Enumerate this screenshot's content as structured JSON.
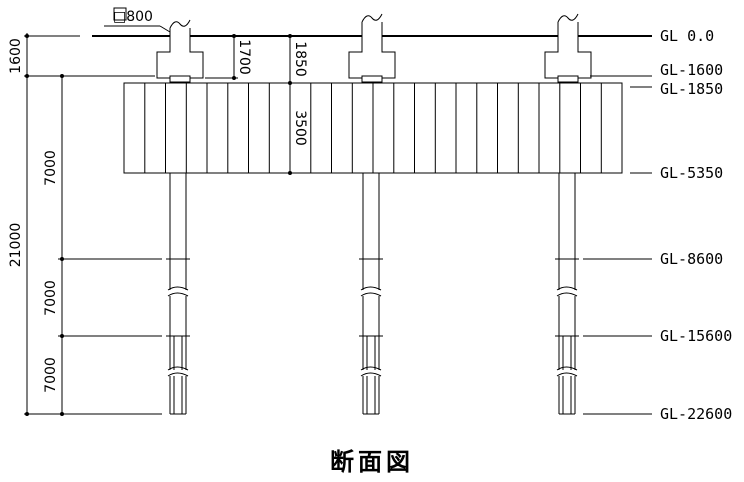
{
  "title": "断面図",
  "column_size_label": "□800",
  "levels": [
    {
      "label": "GL 0.0"
    },
    {
      "label": "GL-1600"
    },
    {
      "label": "GL-1850"
    },
    {
      "label": "GL-5350"
    },
    {
      "label": "GL-8600"
    },
    {
      "label": "GL-15600"
    },
    {
      "label": "GL-22600"
    }
  ],
  "dimensions": {
    "left_top": "1600",
    "left_total": "21000",
    "left_seg1": "7000",
    "left_seg2": "7000",
    "left_seg3": "7000",
    "footing_depth": "1700",
    "slab_top_depth": "1850",
    "slab_thickness": "3500"
  }
}
